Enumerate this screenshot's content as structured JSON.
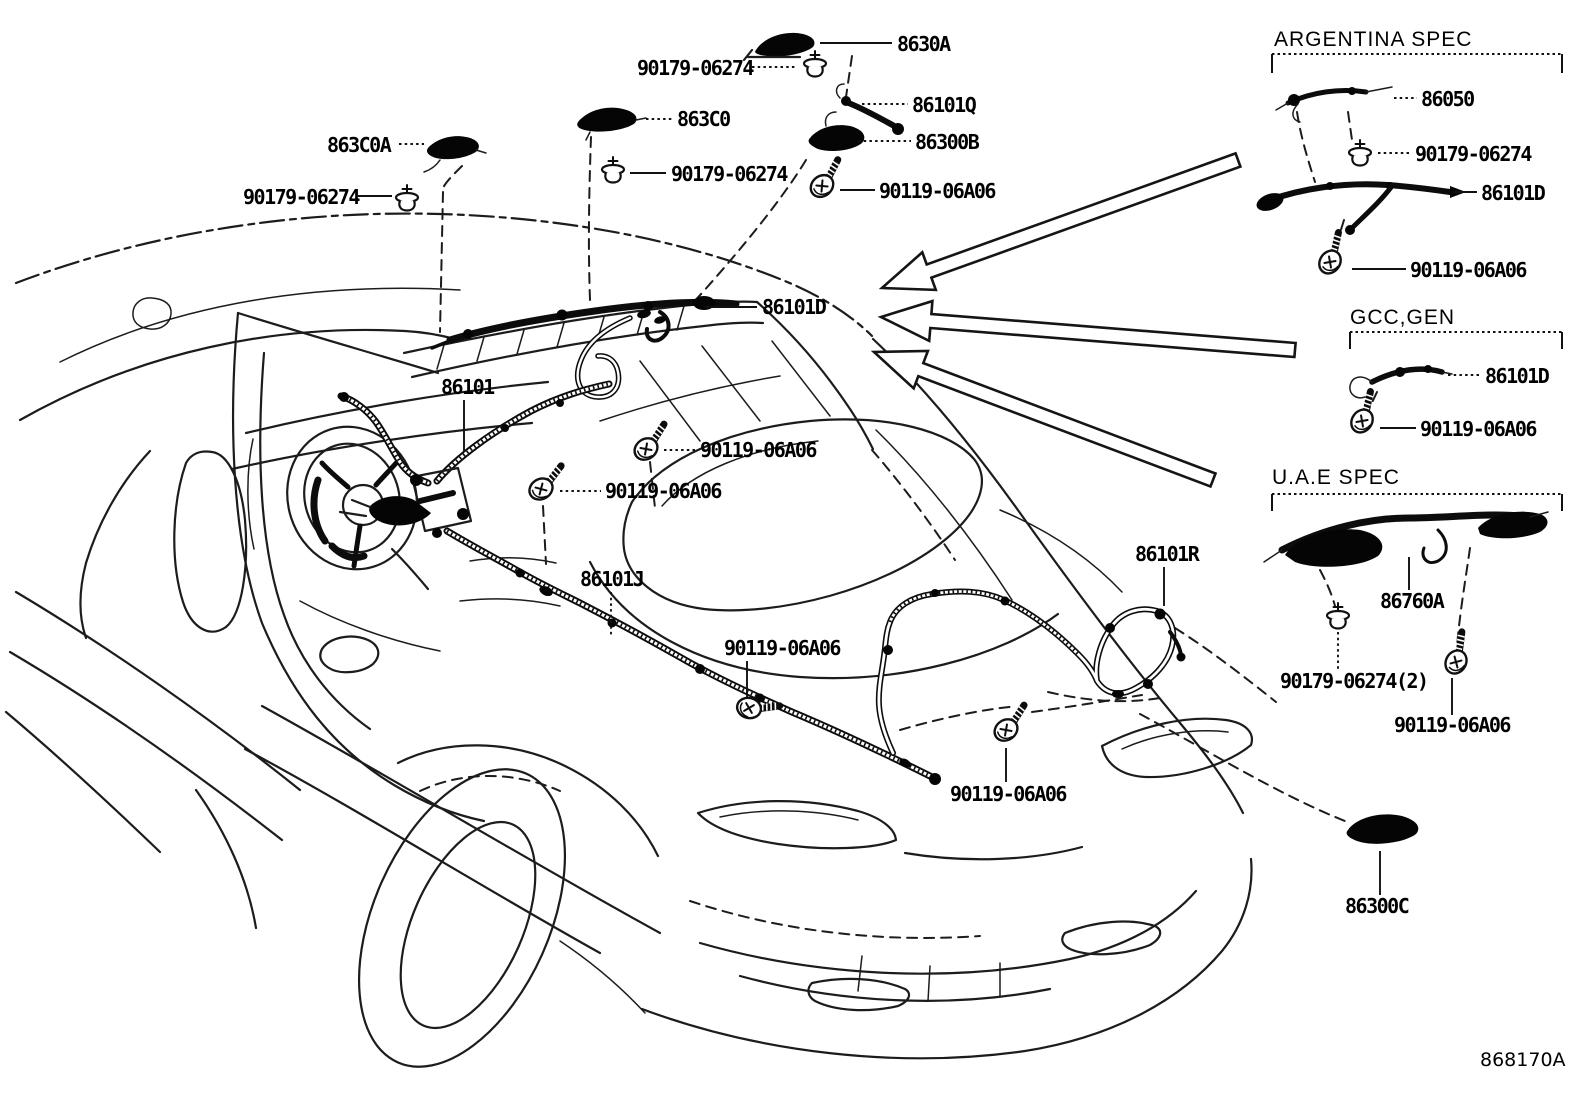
{
  "diagram": {
    "ref_code": "868170A",
    "callouts": {
      "antenna_8630A": "8630A",
      "clip_top": "90179-06274",
      "cable_863C0": "863C0",
      "clip_mid": "90179-06274",
      "cable_863C0A": "863C0A",
      "clip_left": "90179-06274",
      "bracket_86101Q": "86101Q",
      "amp_86300B": "86300B",
      "screw_top": "90119-06A06",
      "harness_86101D": "86101D",
      "harness_86101": "86101",
      "screw_mid_a": "90119-06A06",
      "screw_mid_b": "90119-06A06",
      "harness_86101J": "86101J",
      "screw_rocker": "90119-06A06",
      "harness_86101R": "86101R",
      "screw_rear": "90119-06A06",
      "amp_86300C": "86300C"
    },
    "sections": {
      "argentina": {
        "title": "ARGENTINA SPEC",
        "harness_86050": "86050",
        "clip": "90179-06274",
        "harness_86101D": "86101D",
        "screw": "90119-06A06"
      },
      "gcc": {
        "title": "GCC,GEN",
        "harness_86101D": "86101D",
        "screw": "90119-06A06"
      },
      "uae": {
        "title": "U.A.E SPEC",
        "harness_86760A": "86760A",
        "clip": "90179-06274(2)",
        "screw": "90119-06A06"
      }
    }
  }
}
